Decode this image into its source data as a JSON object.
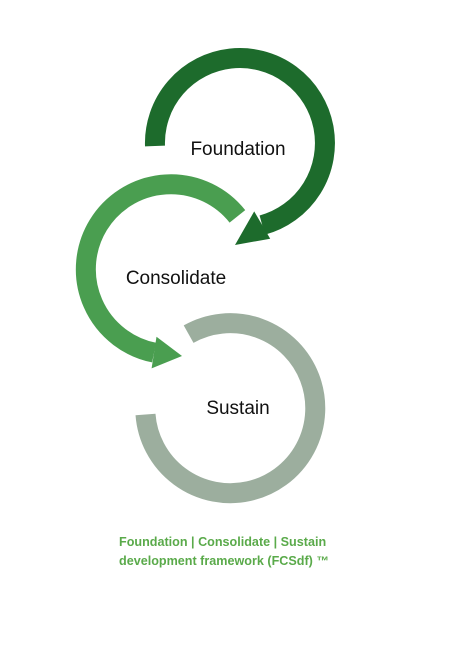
{
  "diagram": {
    "stages": [
      {
        "label": "Foundation",
        "color": "#1d6b2c"
      },
      {
        "label": "Consolidate",
        "color": "#4a9e50"
      },
      {
        "label": "Sustain",
        "color": "#9cae9e"
      }
    ]
  },
  "caption": {
    "line1": "Foundation | Consolidate | Sustain",
    "line2": "development framework (FCSdf) ™",
    "color": "#5aaa4a"
  }
}
